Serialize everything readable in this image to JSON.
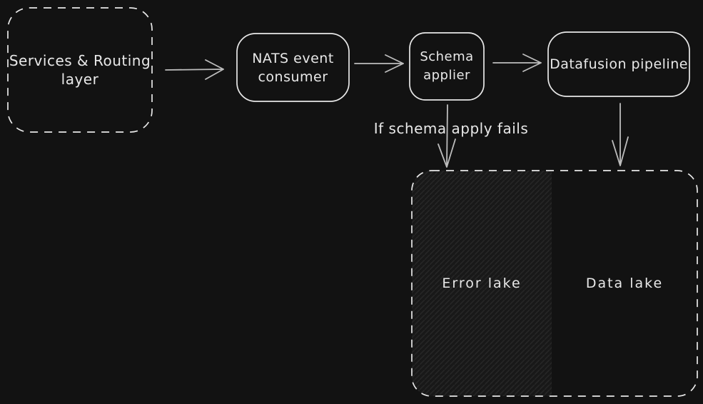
{
  "colors": {
    "background": "#121212",
    "stroke": "#e8e8e8",
    "arrow": "#bdbdbd",
    "text": "#e8e8e8",
    "hatch_line": "#262626",
    "hatch_bg": "#181818"
  },
  "nodes": {
    "services_routing": {
      "label": "Services & Routing layer"
    },
    "nats_consumer": {
      "label": "NATS event consumer"
    },
    "schema_applier": {
      "label": "Schema applier"
    },
    "datafusion_pipeline": {
      "label": "Datafusion pipeline"
    },
    "error_lake": {
      "label": "Error lake"
    },
    "data_lake": {
      "label": "Data lake"
    }
  },
  "annotations": {
    "schema_fail_note": "If schema apply fails"
  }
}
